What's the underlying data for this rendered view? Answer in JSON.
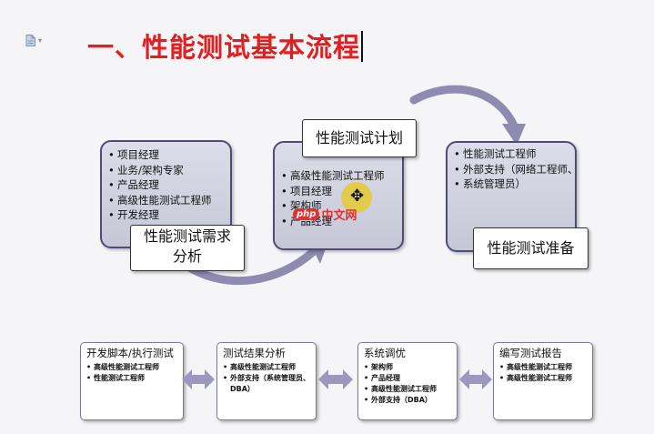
{
  "page_title": "一、性能测试基本流程",
  "top_flow": {
    "box1": {
      "items": [
        "项目经理",
        "业务/架构专家",
        "产品经理",
        "高级性能测试工程师",
        "开发经理"
      ],
      "label_line1": "性能测试需求",
      "label_line2": "分析"
    },
    "box2": {
      "items": [
        "高级性能测试工程师",
        "项目经理",
        "架构师",
        "产品经理"
      ],
      "label": "性能测试计划"
    },
    "box3": {
      "items": [
        "性能测试工程师",
        "外部支持（网络工程师、",
        "系统管理员）"
      ],
      "label": "性能测试准备"
    }
  },
  "bottom_flow": {
    "step1": {
      "title": "开发脚本/执行测试",
      "items": [
        "高级性能测试工程师",
        "性能测试工程师"
      ]
    },
    "step2": {
      "title": "测试结果分析",
      "items": [
        "高级性能测试工程师",
        "外部支持（系统管理员、DBA）"
      ]
    },
    "step3": {
      "title": "系统调优",
      "items": [
        "架构师",
        "产品经理",
        "高级性能测试工程师",
        "外部支持（DBA）"
      ]
    },
    "step4": {
      "title": "编写测试报告",
      "items": [
        "高级性能测试工程师",
        "高级性能测试工程师"
      ]
    }
  },
  "watermark": {
    "logo": "php",
    "text": "中文网"
  },
  "colors": {
    "title": "#e02020",
    "box_border": "#4f4a78",
    "arrow": "#8f8bb0",
    "double_arrow": "#9c97bf"
  },
  "icons": [
    "document-icon",
    "chevron-down-icon",
    "cursor-icon"
  ]
}
